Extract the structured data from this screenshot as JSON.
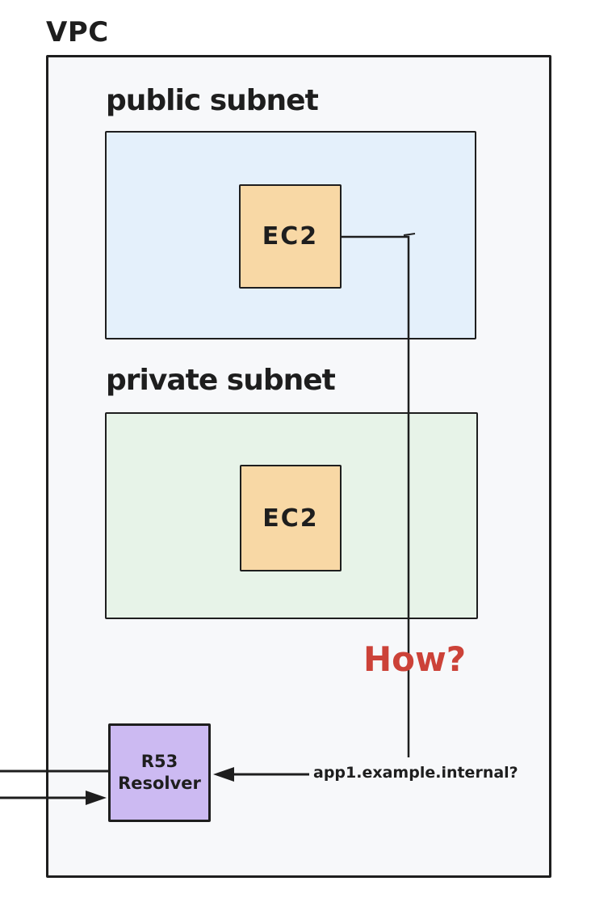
{
  "vpc": {
    "label": "VPC"
  },
  "public_subnet": {
    "label": "public subnet",
    "ec2": {
      "label": "EC2"
    }
  },
  "private_subnet": {
    "label": "private subnet",
    "ec2": {
      "label": "EC2"
    }
  },
  "resolver": {
    "label_line1": "R53",
    "label_line2": "Resolver"
  },
  "annotations": {
    "how": "How?",
    "query": "app1.example.internal?"
  },
  "colors": {
    "stroke": "#1e1e1e",
    "vpc_fill": "#f7f8fa",
    "public_subnet_fill": "#e4f0fb",
    "private_subnet_fill": "#e7f3e8",
    "ec2_fill": "#f8d8a5",
    "r53_fill": "#ccbaf2",
    "how_color": "#cc4238"
  }
}
